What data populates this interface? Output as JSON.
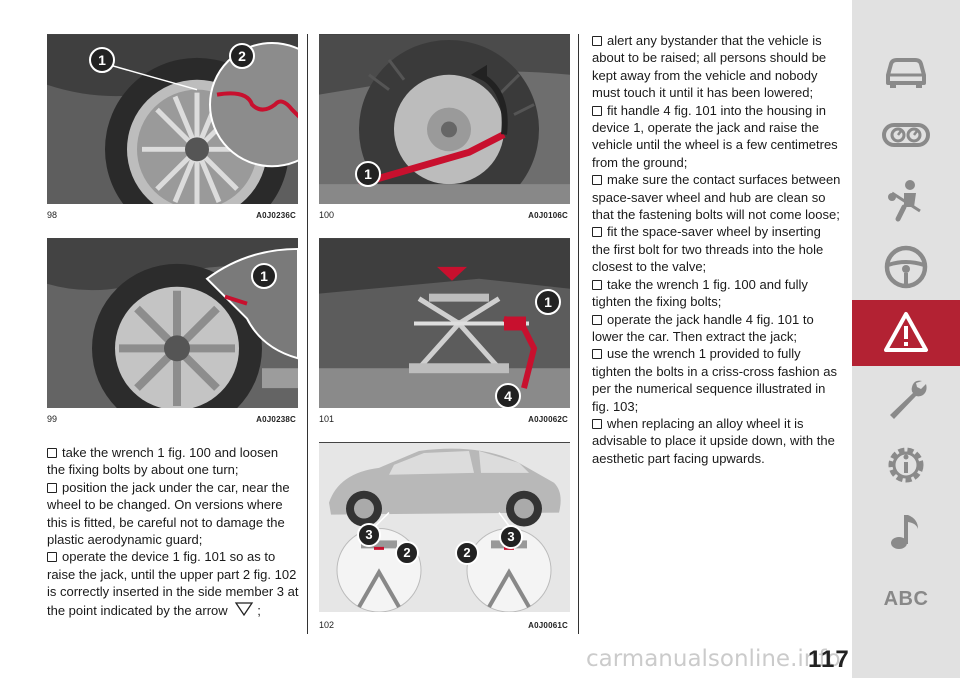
{
  "figures": [
    {
      "number": "98",
      "code": "A0J0236C"
    },
    {
      "number": "99",
      "code": "A0J0238C"
    },
    {
      "number": "100",
      "code": "A0J0106C"
    },
    {
      "number": "101",
      "code": "A0J0062C"
    },
    {
      "number": "102",
      "code": "A0J0061C"
    }
  ],
  "callouts": {
    "fig98": [
      "1",
      "2"
    ],
    "fig99": [
      "1"
    ],
    "fig100": [
      "1"
    ],
    "fig101": [
      "1",
      "4"
    ],
    "fig102": [
      "3",
      "2",
      "2",
      "3"
    ]
  },
  "left_column": [
    "take the wrench 1 fig. 100 and loosen the fixing bolts by about one turn;",
    "position the jack under the car, near the wheel to be changed. On versions where this is fitted, be careful not to damage the plastic aerodynamic guard;",
    "operate the device 1 fig. 101 so as to raise the jack, until the upper part 2 fig. 102 is correctly inserted in the side member 3 at the point indicated by the arrow"
  ],
  "left_column_tail": ";",
  "right_column": [
    "alert any bystander that the vehicle is about to be raised; all persons should be kept away from the vehicle and nobody must touch it until it has been lowered;",
    "fit handle 4 fig. 101 into the housing in device 1, operate the jack and raise the vehicle until the wheel is a few centimetres from the ground;",
    "make sure the contact surfaces between space-saver wheel and hub are clean so that the fastening bolts will not come loose;",
    "fit the space-saver wheel by inserting the first bolt for two threads into the hole closest to the valve;",
    "take the wrench 1 fig. 100 and fully tighten the fixing bolts;",
    "operate the jack handle 4 fig. 101 to lower the car. Then extract the jack;",
    "use the wrench 1 provided to fully tighten the bolts in a criss-cross fashion as per the numerical sequence illustrated in fig. 103;",
    "when replacing an alloy wheel it is advisable to place it upside down, with the aesthetic part facing upwards."
  ],
  "page_number": "117",
  "watermark": "carmanualsonline.info",
  "sidebar": {
    "items": [
      "car-icon",
      "dashboard-icon",
      "seatbelt-person-icon",
      "steering-wheel-icon",
      "warning-triangle-icon",
      "wrench-icon",
      "gear-info-icon",
      "music-note-icon",
      "abc-index"
    ],
    "active_index": 4,
    "abc_label": "ABC"
  },
  "colors": {
    "accent": "#b32233",
    "sidebar_bg": "#e1e1e1",
    "icon_gray": "#8a8a8a",
    "figure_red": "#c8102e"
  }
}
